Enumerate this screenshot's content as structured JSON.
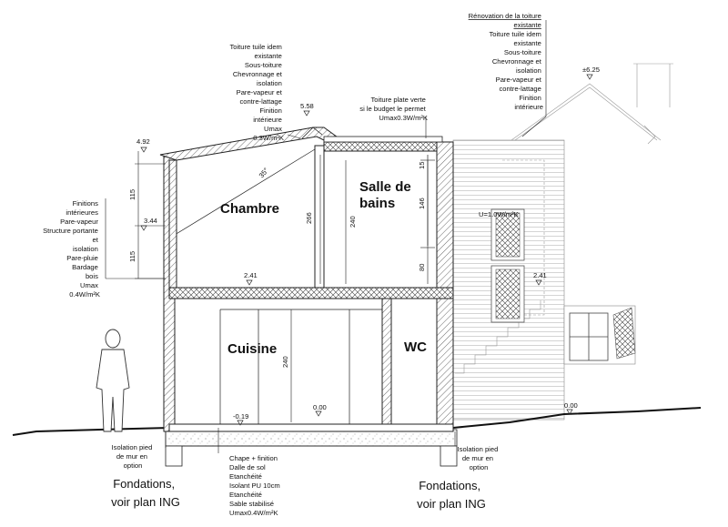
{
  "rooms": {
    "chambre": "Chambre",
    "salle_de_bains": [
      "Salle de",
      "bains"
    ],
    "cuisine": "Cuisine",
    "wc": "WC"
  },
  "levels": {
    "l_492": "4.92",
    "l_344": "3.44",
    "l_558": "5.58",
    "l_625": "±6.25",
    "l_241_left": "2.41",
    "l_241_right": "2.41",
    "l_m019": "-0.19",
    "l_000_in": "0.00",
    "l_000_out": "0.00"
  },
  "dimensions": {
    "d115_top": "115",
    "d115_bottom": "115",
    "d266": "266",
    "d240_upper": "240",
    "d240_lower": "240",
    "d146": "146",
    "d15": "15",
    "d80": "80",
    "angle": "35°"
  },
  "notes": {
    "toiture_left": [
      "Toiture tuile idem",
      "existante",
      "Sous-toiture",
      "Chevronnage et",
      "isolation",
      "Pare-vapeur et",
      "contre-lattage",
      "Finition",
      "intérieure",
      "Umax",
      "0.3W/m²K"
    ],
    "renovation": [
      "Rénovation de la toiture",
      "existante",
      "Toiture tuile idem",
      "existante",
      "Sous-toiture",
      "Chevronnage et",
      "isolation",
      "Pare-vapeur et",
      "contre-lattage",
      "Finition",
      "intérieure"
    ],
    "toiture_plate": [
      "Toiture plate verte",
      "si le budget le permet",
      "Umax0.3W/m²K"
    ],
    "finitions": [
      "Finitions",
      "intérieures",
      "Pare-vapeur",
      "Structure portante",
      "et",
      "isolation",
      "Pare-pluie",
      "Bardage",
      "bois",
      "Umax",
      "0.4W/m²K"
    ],
    "u_window": "U=1.0W/m²K",
    "isolation_left": [
      "Isolation pied",
      "de mur en",
      "option"
    ],
    "isolation_right": [
      "Isolation pied",
      "de mur en",
      "option"
    ],
    "dalle": [
      "Chape + finition",
      "Dalle de sol",
      "Etanchéité",
      "Isolant PU 10cm",
      "Etanchéité",
      "Sable stabilisé",
      "Umax0.4W/m²K"
    ]
  },
  "foundations": {
    "left": [
      "Fondations,",
      "voir plan ING"
    ],
    "right": [
      "Fondations,",
      "voir plan ING"
    ]
  }
}
